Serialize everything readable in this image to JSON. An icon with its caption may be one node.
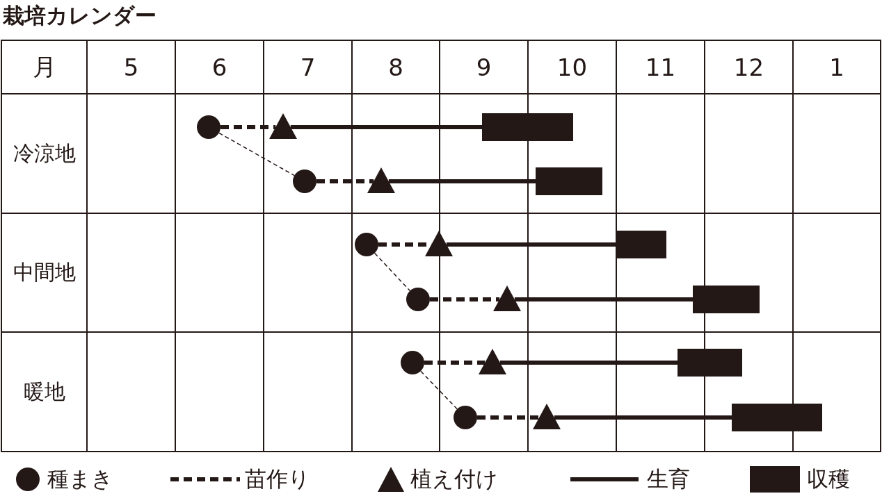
{
  "diagram": {
    "title": "栽培カレンダー",
    "nodes": [
      {
        "text": [],
        "shape": "circle"
      },
      {
        "text": [],
        "shape": "triangle"
      },
      {
        "text": [],
        "shape": "bar"
      },
      {
        "text": [],
        "shape": "circle"
      },
      {
        "text": [],
        "shape": "triangle"
      },
      {
        "text": [],
        "shape": "bar"
      },
      {
        "text": [],
        "shape": "circle"
      },
      {
        "text": [],
        "shape": "triangle"
      },
      {
        "text": [],
        "shape": "bar"
      },
      {
        "text": [],
        "shape": "circle"
      },
      {
        "text": [],
        "shape": "triangle"
      },
      {
        "text": [],
        "shape": "bar"
      },
      {
        "text": [],
        "shape": "circle"
      },
      {
        "text": [],
        "shape": "triangle"
      },
      {
        "text": [],
        "shape": "bar"
      },
      {
        "text": [],
        "shape": "circle"
      },
      {
        "text": [],
        "shape": "triangle"
      },
      {
        "text": [],
        "shape": "bar"
      }
    ],
    "edges": [
      {
        "from": 0,
        "to": 1,
        "arrow": "none",
        "style": "dashed"
      },
      {
        "from": 1,
        "to": 2,
        "arrow": "none"
      },
      {
        "from": 0,
        "to": 3,
        "arrow": "none",
        "style": "dashed"
      },
      {
        "from": 3,
        "to": 4,
        "arrow": "none",
        "style": "dashed"
      },
      {
        "from": 4,
        "to": 5,
        "arrow": "none"
      },
      {
        "from": 6,
        "to": 7,
        "arrow": "none",
        "style": "dashed"
      },
      {
        "from": 7,
        "to": 8,
        "arrow": "none"
      },
      {
        "from": 6,
        "to": 9,
        "arrow": "none",
        "style": "dashed"
      },
      {
        "from": 9,
        "to": 10,
        "arrow": "none",
        "style": "dashed"
      },
      {
        "from": 10,
        "to": 11,
        "arrow": "none"
      },
      {
        "from": 12,
        "to": 13,
        "arrow": "none",
        "style": "dashed"
      },
      {
        "from": 13,
        "to": 14,
        "arrow": "none"
      },
      {
        "from": 12,
        "to": 15,
        "arrow": "none",
        "style": "dashed"
      },
      {
        "from": 15,
        "to": 16,
        "arrow": "none",
        "style": "dashed"
      },
      {
        "from": 16,
        "to": 17,
        "arrow": "none"
      }
    ],
    "labels": [
      "月",
      "5",
      "6",
      "7",
      "8",
      "9",
      "10",
      "11",
      "12",
      "1",
      "冷涼地",
      "中間地",
      "暖地"
    ],
    "legend": [
      {
        "text": "種まき"
      },
      {
        "text": "苗作り"
      },
      {
        "text": "植え付け"
      },
      {
        "text": "生育"
      },
      {
        "text": "収穫"
      }
    ]
  }
}
